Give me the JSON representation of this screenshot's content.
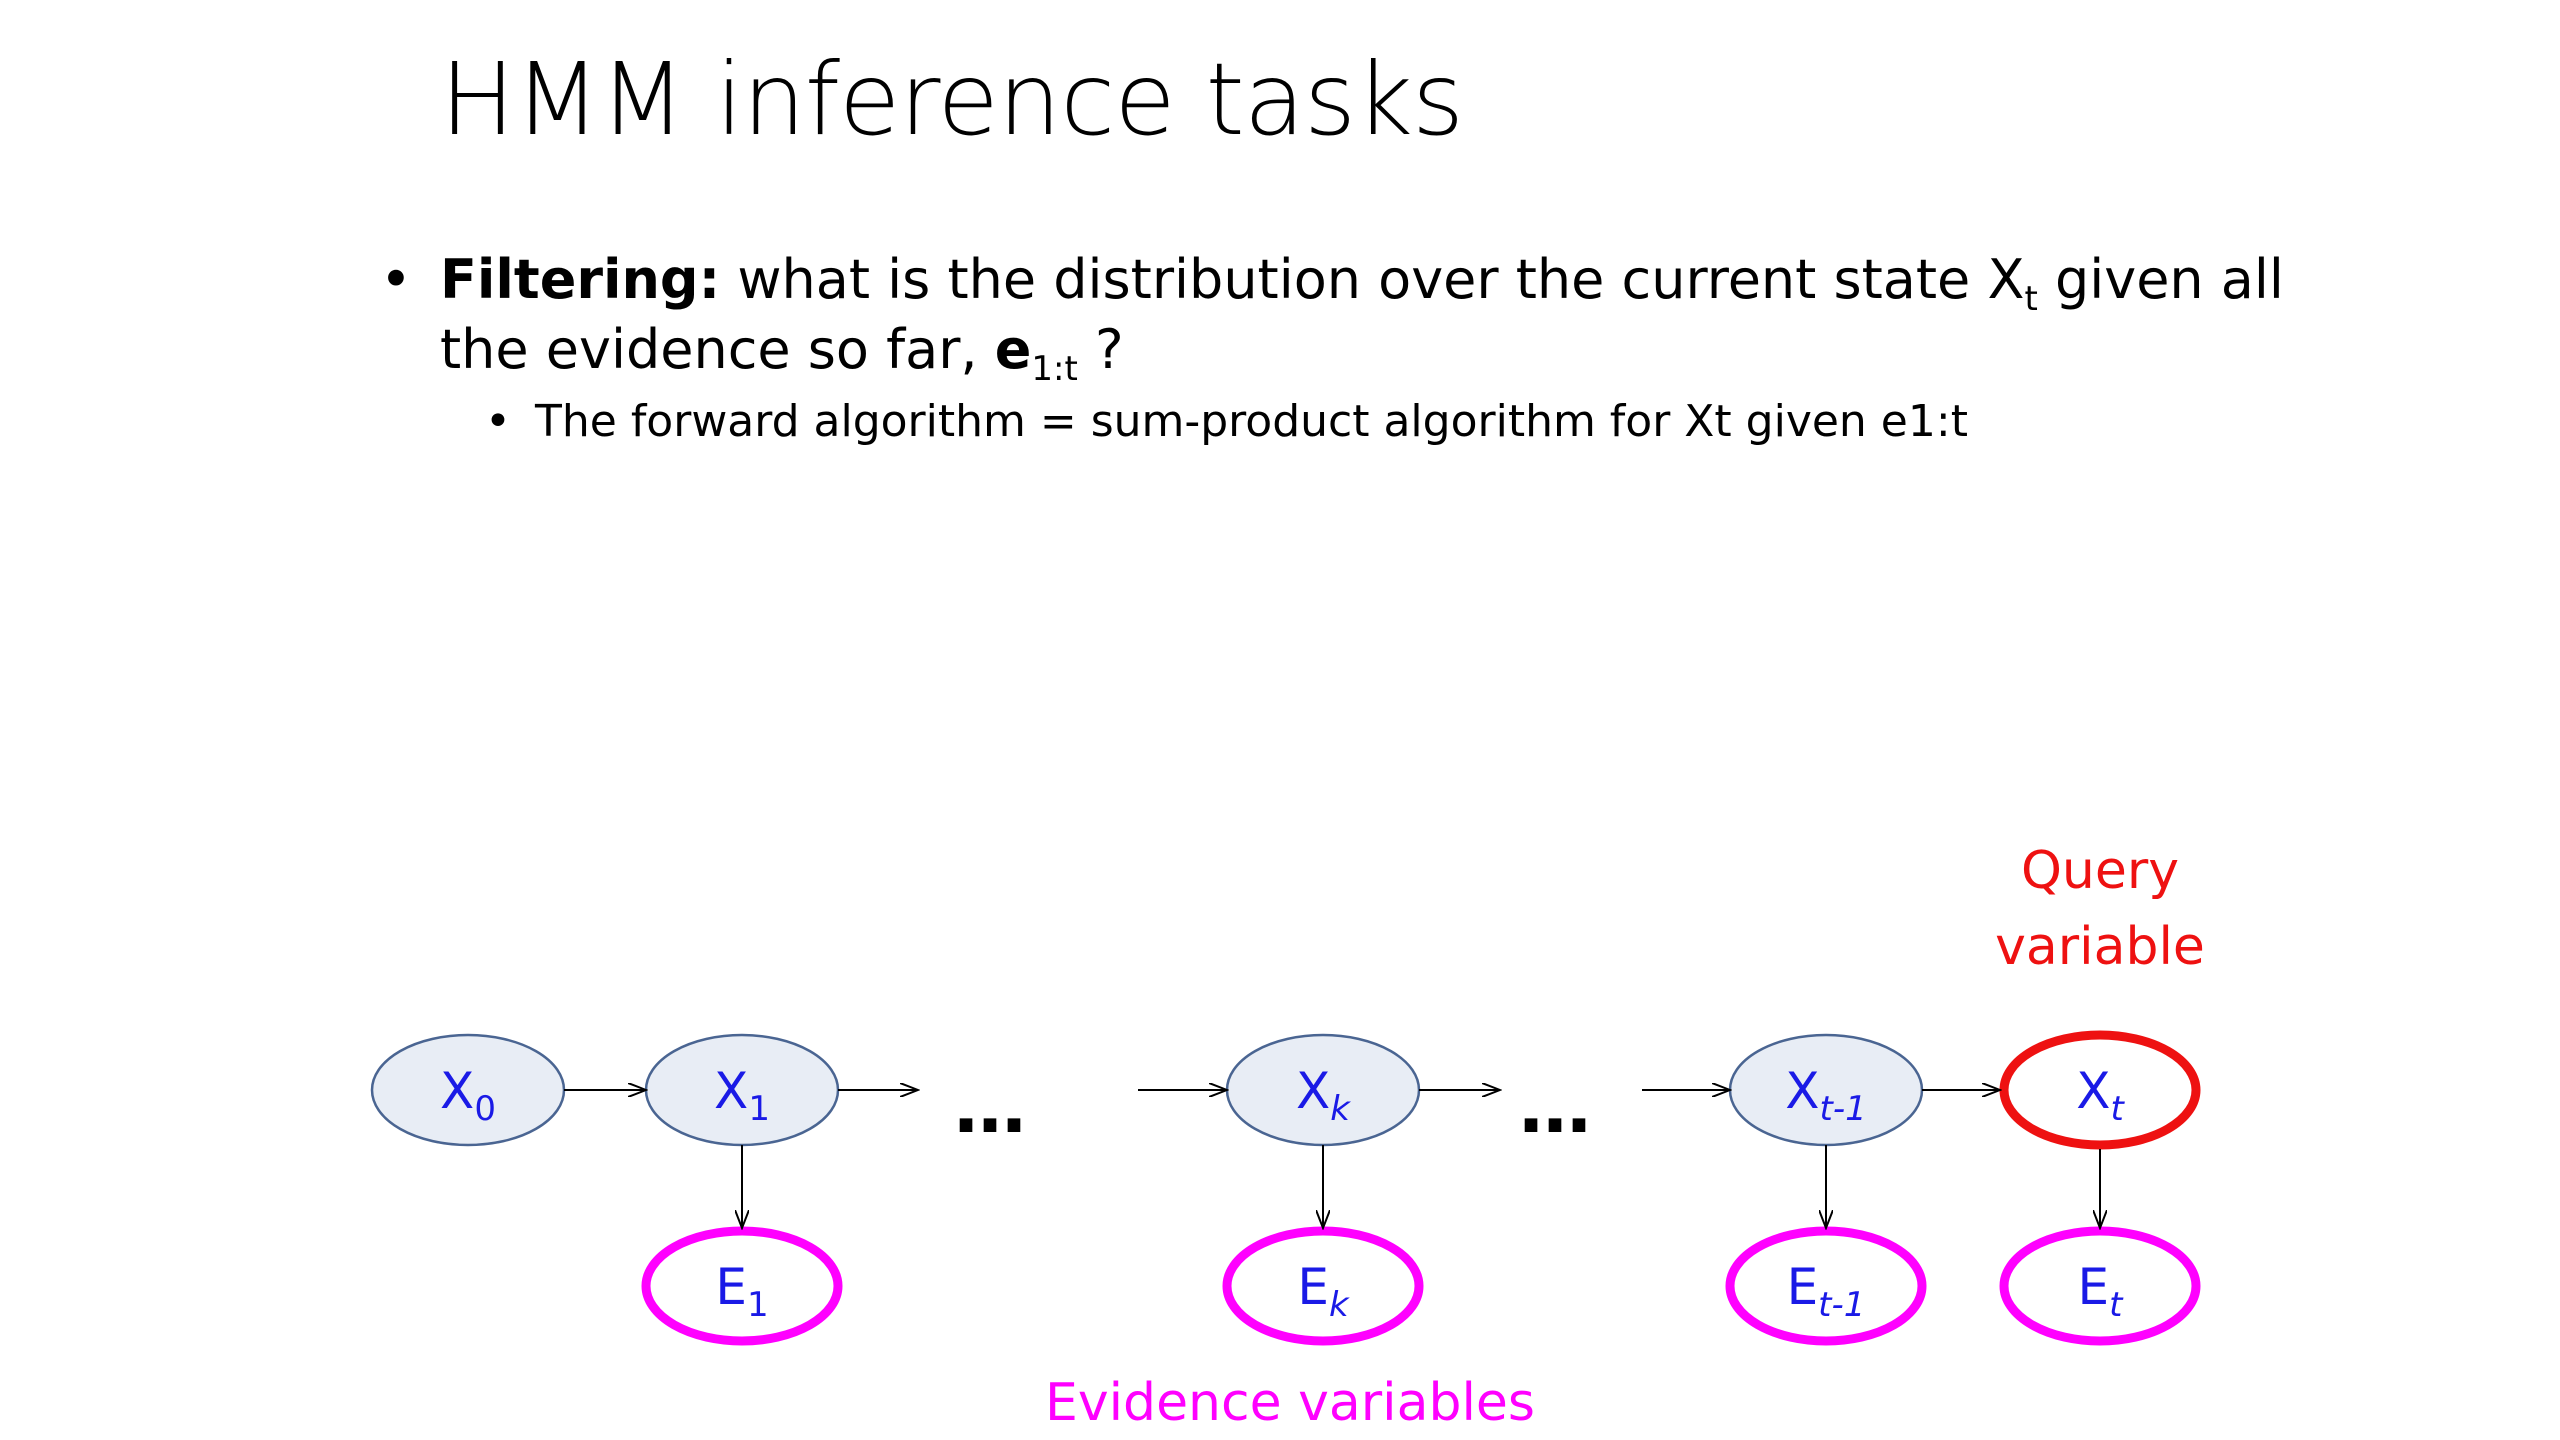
{
  "slide": {
    "title": "HMM inference tasks",
    "bullet1": {
      "term": "Filtering:",
      "text_a": " what is the distribution over the current state X",
      "sub_a": "t",
      "text_b": " given all the evidence so far, ",
      "evidence_bold": "e",
      "sub_b": "1:t",
      "text_c": " ?"
    },
    "bullet2": "The forward algorithm = sum-product algorithm for Xt given e1:t"
  },
  "diagram": {
    "nodes": {
      "x0": {
        "base": "X",
        "sub": "0"
      },
      "x1": {
        "base": "X",
        "sub": "1"
      },
      "xk": {
        "base": "X",
        "sub": "k"
      },
      "xt1": {
        "base": "X",
        "sub": "t-1"
      },
      "xt": {
        "base": "X",
        "sub": "t"
      },
      "e1": {
        "base": "E",
        "sub": "1"
      },
      "ek": {
        "base": "E",
        "sub": "k"
      },
      "et1": {
        "base": "E",
        "sub": "t-1"
      },
      "et": {
        "base": "E",
        "sub": "t"
      }
    },
    "ellipsis": "…",
    "query_label_line1": "Query",
    "query_label_line2": "variable",
    "evidence_label": "Evidence variables"
  },
  "colors": {
    "node_text": "#1a1ae6",
    "node_fill": "#e8edf5",
    "node_stroke": "#4a6592",
    "evidence_stroke": "#ff00ff",
    "query_stroke": "#ee1111",
    "query_label": "#ee1111",
    "evidence_label": "#ff00ff"
  }
}
